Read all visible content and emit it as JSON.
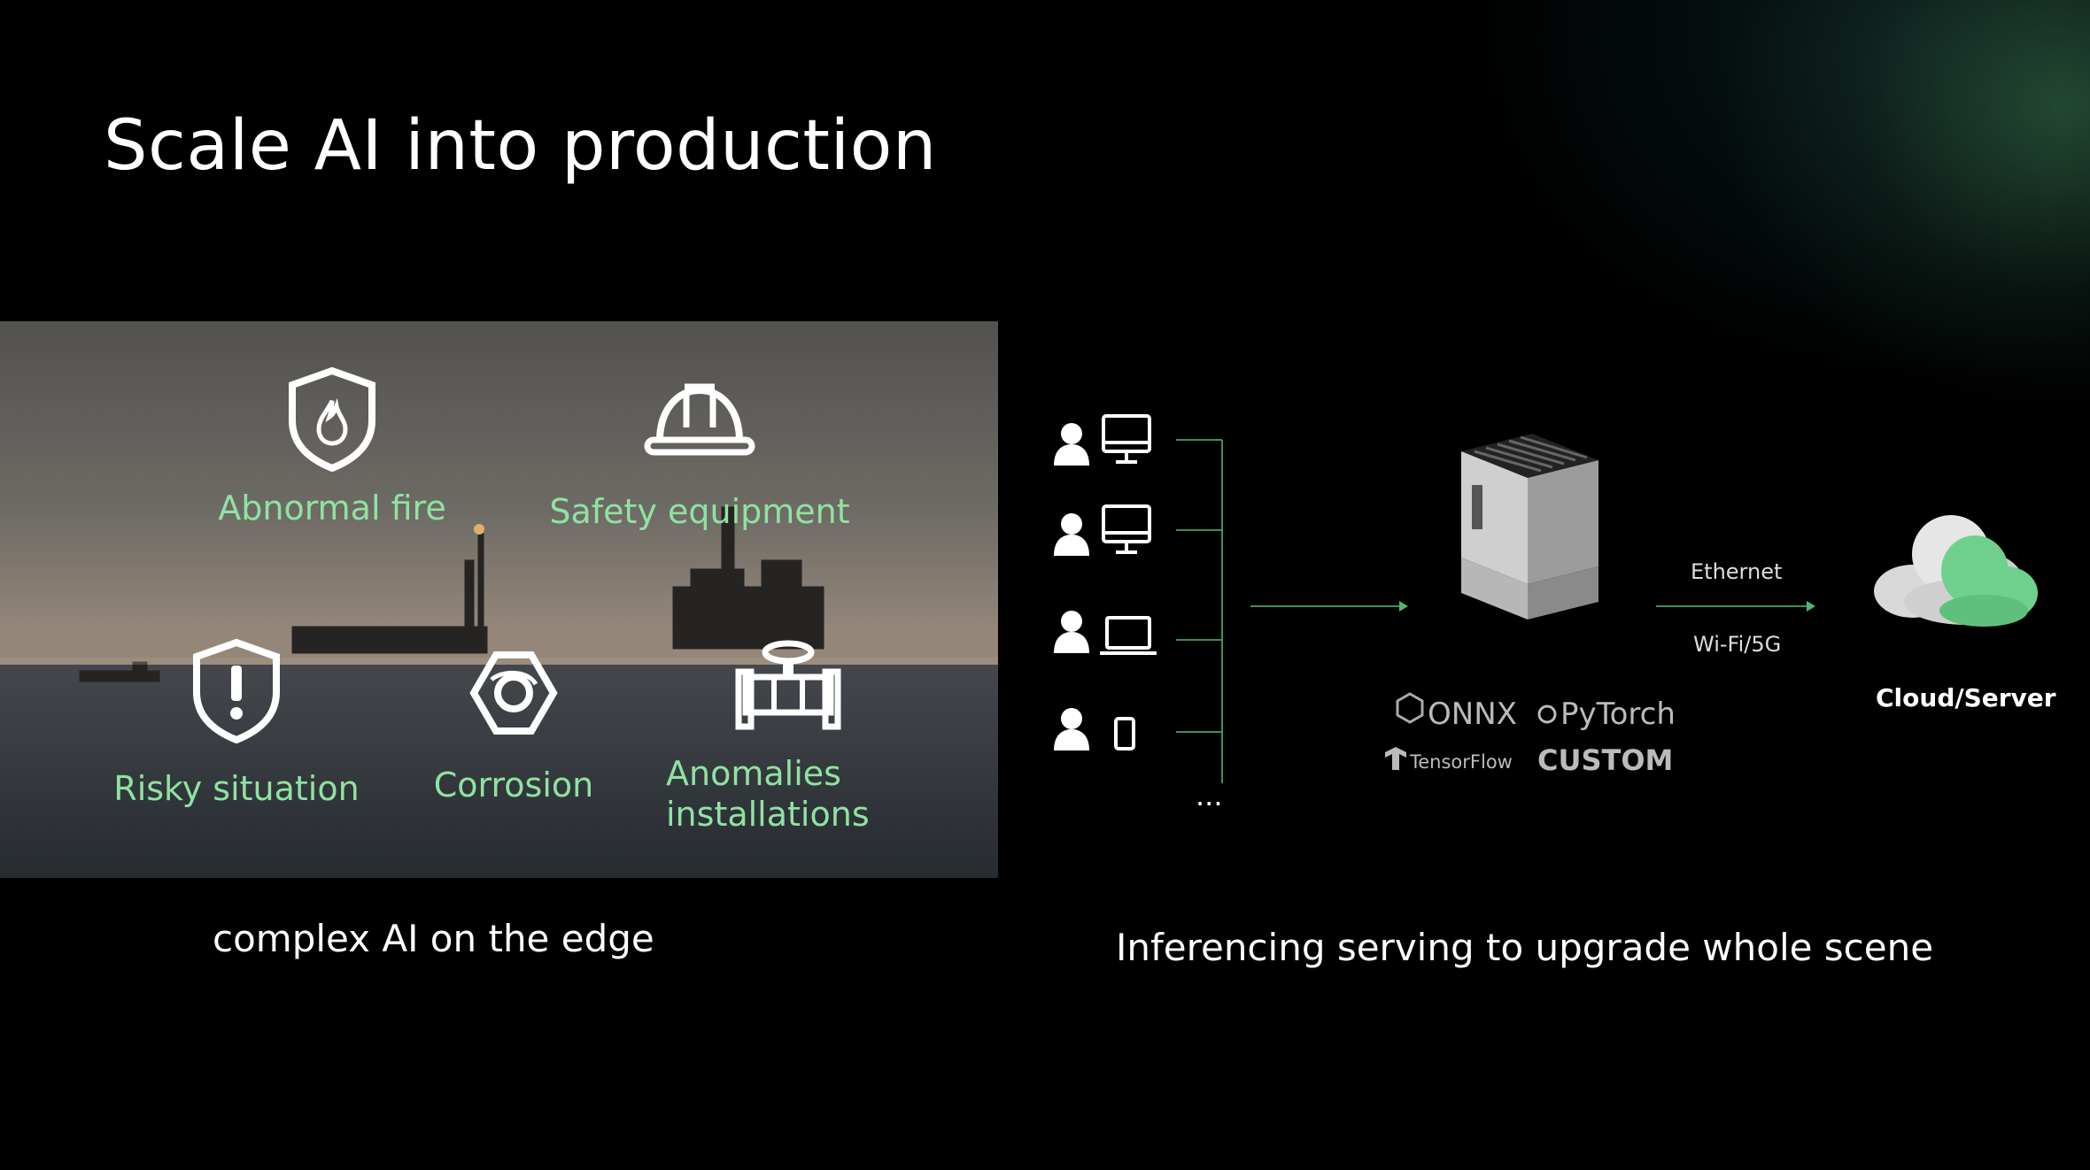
{
  "slide": {
    "title": "Scale AI into production",
    "left_caption": "complex AI on the edge",
    "right_caption": "Inferencing serving to upgrade whole scene"
  },
  "use_cases": {
    "abnormal_fire": "Abnormal fire",
    "safety_equipment": "Safety equipment",
    "risky_situation": "Risky situation",
    "corrosion": "Corrosion",
    "anomalies_line1": "Anomalies",
    "anomalies_line2": "installations"
  },
  "diagram": {
    "ellipsis": "...",
    "ethernet": "Ethernet",
    "wifi": "Wi-Fi/5G",
    "cloud": "Cloud/Server",
    "frameworks": {
      "onnx": "ONNX",
      "pytorch": "PyTorch",
      "tensorflow": "TensorFlow",
      "custom": "CUSTOM"
    }
  },
  "colors": {
    "accent_green": "#8fe3a0",
    "line_green": "#3f8f58",
    "background": "#000000"
  },
  "icons": [
    "shield-fire-icon",
    "hard-hat-icon",
    "warning-shield-icon",
    "nut-icon",
    "pipe-valve-icon",
    "user-icon",
    "monitor-icon",
    "laptop-icon",
    "phone-icon",
    "edge-server-icon",
    "cloud-icon"
  ]
}
